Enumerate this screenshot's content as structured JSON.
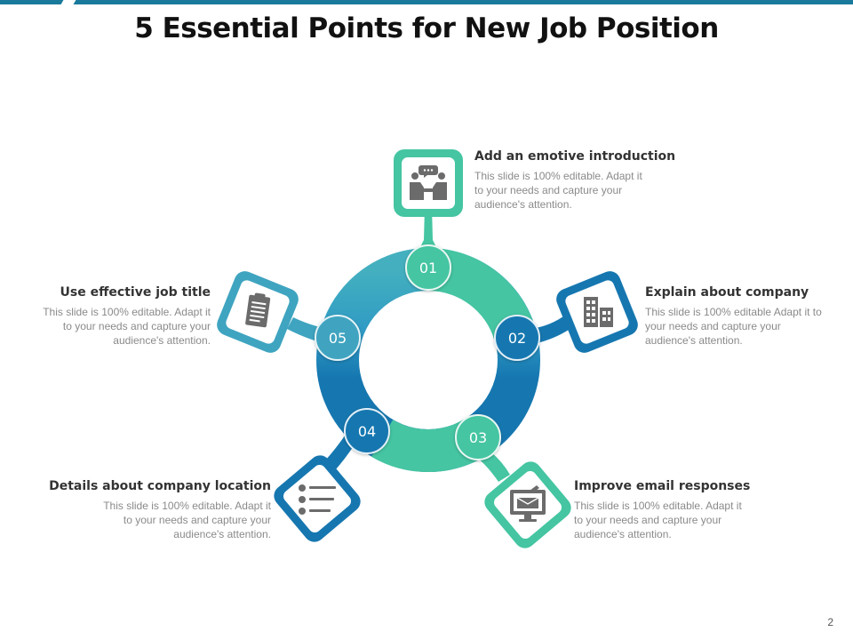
{
  "title": "5 Essential Points for New Job Position",
  "page_number": "2",
  "colors": {
    "teal": "#45c5a2",
    "light_blue": "#3fa4c0",
    "blue": "#1677b0",
    "icon_gray": "#6b6b6b",
    "bar": "#1a7a9c"
  },
  "points": [
    {
      "number": "01",
      "heading": "Add an emotive introduction",
      "description": "This slide is 100% editable. Adapt it to your needs and capture your audience's attention.",
      "icon": "handshake-icon"
    },
    {
      "number": "02",
      "heading": "Explain about company",
      "description": "This slide is 100% editable Adapt it to your needs and capture your audience's attention.",
      "icon": "buildings-icon"
    },
    {
      "number": "03",
      "heading": "Improve email responses",
      "description": "This slide is 100% editable. Adapt it to your needs and capture your audience's attention.",
      "icon": "email-monitor-icon"
    },
    {
      "number": "04",
      "heading": "Details about company location",
      "description": "This slide is 100% editable. Adapt it to your needs and capture your audience's attention.",
      "icon": "list-icon"
    },
    {
      "number": "05",
      "heading": "Use effective job title",
      "description": "This slide is 100% editable. Adapt it to your needs and capture your audience's attention.",
      "icon": "document-icon"
    }
  ]
}
